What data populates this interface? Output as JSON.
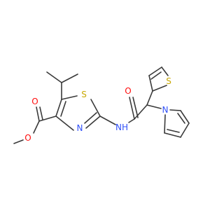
{
  "molecule": {
    "atoms": {
      "O_ester_carbonyl": {
        "label": "O",
        "color": "#ff0d0d"
      },
      "O_ester_ether": {
        "label": "O",
        "color": "#ff0d0d"
      },
      "O_amide": {
        "label": "O",
        "color": "#ff0d0d"
      },
      "N_thiazole": {
        "label": "N",
        "color": "#3050f8"
      },
      "S_thiazole": {
        "label": "S",
        "color": "#c8a800"
      },
      "NH_amide": {
        "label": "NH",
        "color": "#3050f8"
      },
      "S_thiophene": {
        "label": "S",
        "color": "#c8a800"
      },
      "N_pyrrole": {
        "label": "N",
        "color": "#3050f8"
      }
    },
    "bond_color": "#3a3a3a"
  }
}
